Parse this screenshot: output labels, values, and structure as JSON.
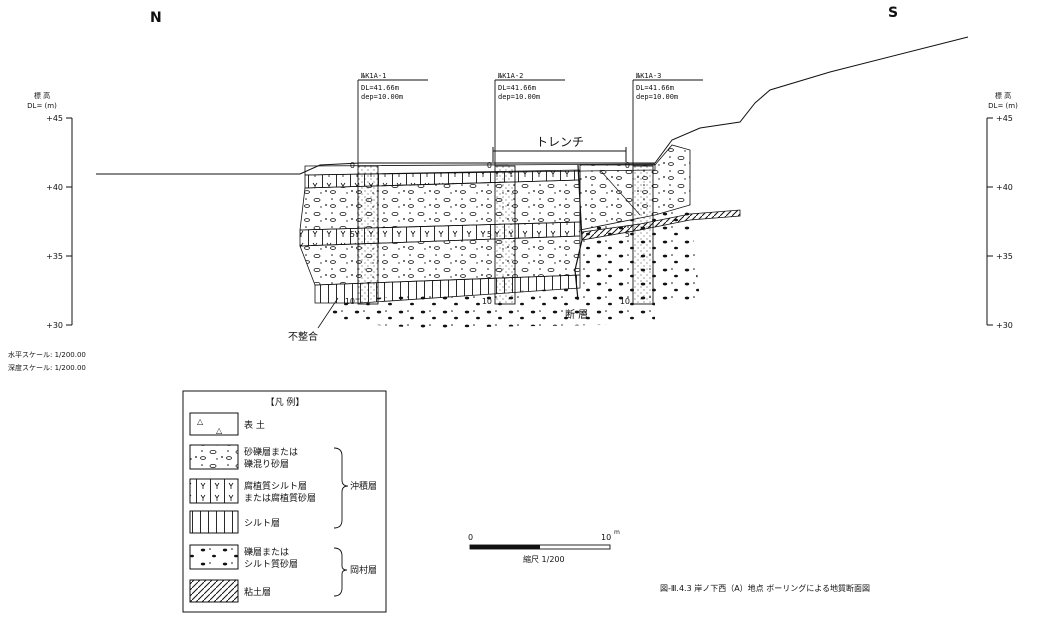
{
  "directions": {
    "north": "N",
    "south": "S"
  },
  "elevation_axis": {
    "title_line1": "標 高",
    "title_line2": "DL= (m)",
    "ticks": [
      "+45",
      "+40",
      "+35",
      "+30"
    ]
  },
  "boreholes": [
    {
      "id": "№K1A-1",
      "dl": "DL=41.66m",
      "dep": "dep=10.00m",
      "top_label": "0",
      "mid_label": "5",
      "bottom_label": "10"
    },
    {
      "id": "№K1A-2",
      "dl": "DL=41.66m",
      "dep": "dep=10.00m",
      "top_label": "0",
      "mid_label": "5",
      "bottom_label": "10"
    },
    {
      "id": "№K1A-3",
      "dl": "DL=41.66m",
      "dep": "dep=10.00m",
      "top_label": "0",
      "mid_label": "5",
      "bottom_label": "10"
    }
  ],
  "annotations": {
    "trench": "トレンチ",
    "fault": "断 層",
    "unconformity": "不整合"
  },
  "scales": {
    "horizontal": "水平スケール:  1/200.00",
    "vertical": "深度スケール:  1/200.00"
  },
  "legend": {
    "title": "【凡  例】",
    "items": [
      {
        "line1": "表    土",
        "line2": ""
      },
      {
        "line1": "砂礫層または",
        "line2": "礫混り砂層"
      },
      {
        "line1": "腐植質シルト層",
        "line2": "または腐植質砂層"
      },
      {
        "line1": "シルト層",
        "line2": ""
      },
      {
        "line1": "礫層または",
        "line2": "シルト質砂層"
      },
      {
        "line1": "粘土層",
        "line2": ""
      }
    ],
    "group_alluvium": "沖積層",
    "group_okamura": "岡村層"
  },
  "scale_bar": {
    "start": "0",
    "end": "10",
    "unit": "m",
    "caption": "縮尺 1/200"
  },
  "figure_caption": "図-Ⅲ.4.3   岸ノ下西（A）地点  ボーリングによる地質断面図"
}
